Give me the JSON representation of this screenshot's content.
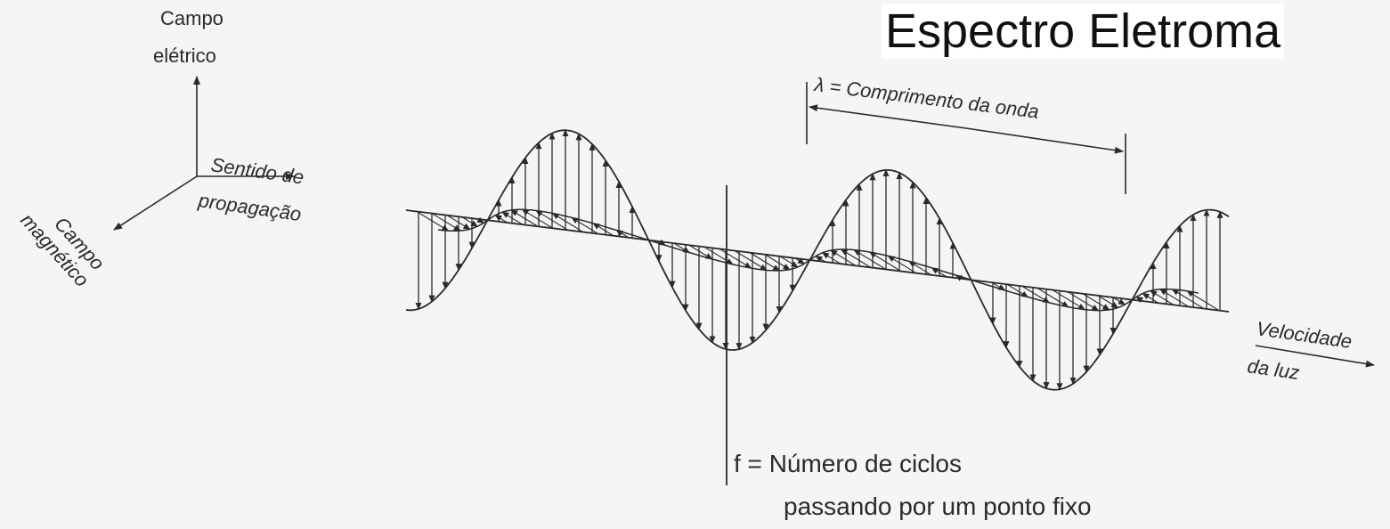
{
  "slide_title": "Espectro Eletroma",
  "labels": {
    "electric_field_line1": "Campo",
    "electric_field_line2": "elétrico",
    "propagation_line1": "Sentido de",
    "propagation_line2": "propagação",
    "magnetic_field_line1": "Campo",
    "magnetic_field_line2": "magnético",
    "wavelength": "λ = Comprimento da onda",
    "speed_line1": "Velocidade",
    "speed_line2": "da luz",
    "frequency_line1": "f = Número de ciclos",
    "frequency_line2": "passando por um ponto fixo"
  },
  "colors": {
    "ink": "#2a2a2a",
    "background": "#f5f5f4"
  }
}
